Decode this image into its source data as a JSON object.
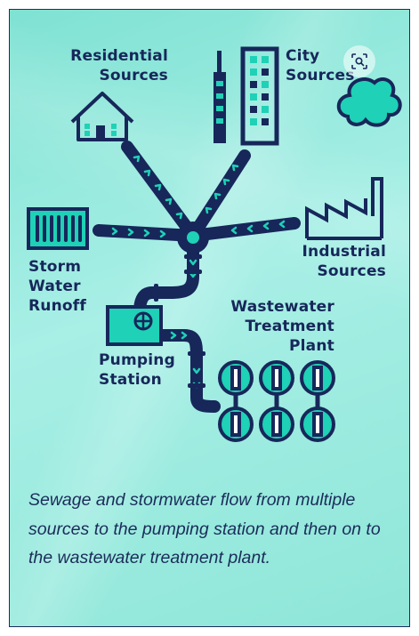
{
  "labels": {
    "residential": [
      "Residential",
      "Sources"
    ],
    "city": [
      "City",
      "Sources"
    ],
    "storm": [
      "Storm",
      "Water",
      "Runoff"
    ],
    "industrial": [
      "Industrial",
      "Sources"
    ],
    "wastewater": [
      "Wastewater",
      "Treatment",
      "Plant"
    ],
    "pumping": [
      "Pumping",
      "Station"
    ]
  },
  "caption": "Sewage and stormwater flow from multiple sources to the pumping station and then on to the wastewater treatment plant.",
  "colors": {
    "navy": "#17275a",
    "teal": "#1fd1b6",
    "background": "#9aeadf"
  },
  "icons": {
    "lens_button": "image-search-icon"
  }
}
